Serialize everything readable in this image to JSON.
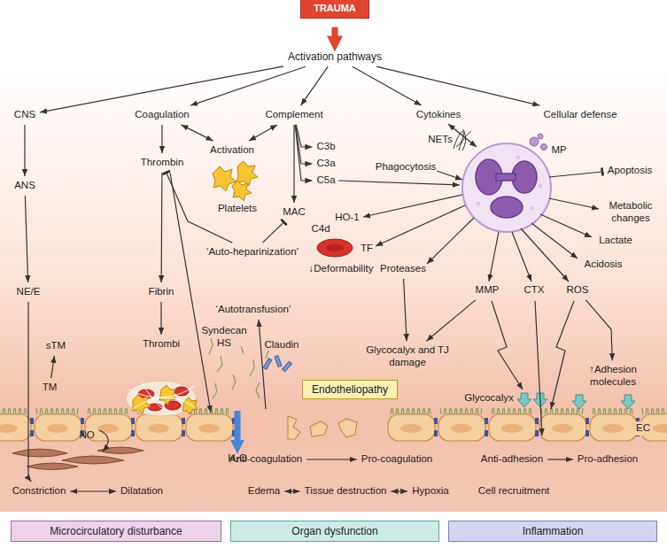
{
  "diagram": {
    "nodes": [
      {
        "text": [
          "TRAUMA"
        ]
      },
      {
        "text": [
          "Activation pathways"
        ]
      },
      {
        "text": [
          "CNS"
        ]
      },
      {
        "text": [
          "Coagulation"
        ]
      },
      {
        "text": [
          "Complement"
        ]
      },
      {
        "text": [
          "Cytokines"
        ]
      },
      {
        "text": [
          "Cellular defense"
        ]
      },
      {
        "text": [
          "ANS"
        ]
      },
      {
        "text": [
          "Thrombin"
        ]
      },
      {
        "text": [
          "Activation"
        ]
      },
      {
        "text": [
          "C3b"
        ]
      },
      {
        "text": [
          "C3a"
        ]
      },
      {
        "text": [
          "C5a"
        ]
      },
      {
        "text": [
          "MAC"
        ]
      },
      {
        "text": [
          "‘Auto-heparinization’"
        ]
      },
      {
        "text": [
          "NE/E"
        ]
      },
      {
        "text": [
          "Fibrin"
        ]
      },
      {
        "text": [
          "Thrombi"
        ]
      },
      {
        "text": [
          "Proteases"
        ]
      },
      {
        "text": [
          "MMP"
        ]
      },
      {
        "text": [
          "ROS"
        ]
      },
      {
        "text": [
          "Glycocalyx and TJ damage"
        ]
      },
      {
        "text": [
          "↑Adhesion molecules"
        ]
      },
      {
        "text": [
          "Endotheliopathy"
        ]
      },
      {
        "text": [
          "TM"
        ]
      },
      {
        "text": [
          "sTM"
        ]
      },
      {
        "text": [
          "Anti-coagulation"
        ]
      },
      {
        "text": [
          "Pro-coagulation"
        ]
      },
      {
        "text": [
          "Anti-adhesion"
        ]
      },
      {
        "text": [
          "Pro-adhesion"
        ]
      },
      {
        "text": [
          "Constriction"
        ]
      },
      {
        "text": [
          "Dilatation"
        ]
      },
      {
        "text": [
          "Edema"
        ]
      },
      {
        "text": [
          "Tissue destruction"
        ]
      },
      {
        "text": [
          "Hypoxia"
        ]
      },
      {
        "text": [
          "Microcirculatory disturbance"
        ]
      },
      {
        "text": [
          "Organ dysfunction"
        ]
      },
      {
        "text": [
          "Inflammation"
        ]
      }
    ],
    "edges": [
      {
        "from": 0,
        "to": 1,
        "arrow": "to"
      },
      {
        "from": 1,
        "to": 2,
        "arrow": "to"
      },
      {
        "from": 1,
        "to": 3,
        "arrow": "to"
      },
      {
        "from": 1,
        "to": 4,
        "arrow": "to"
      },
      {
        "from": 1,
        "to": 5,
        "arrow": "to"
      },
      {
        "from": 1,
        "to": 6,
        "arrow": "to"
      },
      {
        "from": 2,
        "to": 7,
        "arrow": "to"
      },
      {
        "from": 7,
        "to": 15,
        "arrow": "to"
      },
      {
        "from": 15,
        "to": 30,
        "arrow": "to"
      },
      {
        "from": 3,
        "to": 8,
        "arrow": "to"
      },
      {
        "from": 3,
        "to": 9,
        "arrow": "both"
      },
      {
        "from": 4,
        "to": 9,
        "arrow": "both"
      },
      {
        "from": 4,
        "to": 10,
        "arrow": "to"
      },
      {
        "from": 4,
        "to": 11,
        "arrow": "to"
      },
      {
        "from": 4,
        "to": 12,
        "arrow": "to"
      },
      {
        "from": 4,
        "to": 13,
        "arrow": "to"
      },
      {
        "from": 8,
        "to": 16,
        "arrow": "to"
      },
      {
        "from": 16,
        "to": 17,
        "arrow": "to"
      },
      {
        "from": 14,
        "to": 8,
        "arrow": "to"
      },
      {
        "from": 14,
        "to": 13,
        "arrow": "to"
      },
      {
        "from": 18,
        "to": 21,
        "arrow": "to"
      },
      {
        "from": 19,
        "to": 21,
        "arrow": "to"
      },
      {
        "from": 20,
        "to": 22,
        "arrow": "to"
      },
      {
        "from": 24,
        "to": 25,
        "arrow": "to"
      },
      {
        "from": 26,
        "to": 27,
        "arrow": "to"
      },
      {
        "from": 28,
        "to": 29,
        "arrow": "to"
      },
      {
        "from": 30,
        "to": 31,
        "arrow": "both"
      },
      {
        "from": 32,
        "to": 33,
        "arrow": "both"
      },
      {
        "from": 33,
        "to": 34,
        "arrow": "both"
      }
    ],
    "labels": [
      "Platelets",
      "NETs",
      "MP",
      "Phagocytosis",
      "Apoptosis",
      "Metabolic changes",
      "HO-1",
      "C4d",
      "↓Deformability",
      "TF",
      "Lactate",
      "Acidosis",
      "CTX",
      "‘Autotransfusion’",
      "Syndecan HS",
      "Claudin",
      "Glycocalyx",
      "EC",
      "H₂O",
      "NO",
      "Cell recruitment"
    ]
  }
}
